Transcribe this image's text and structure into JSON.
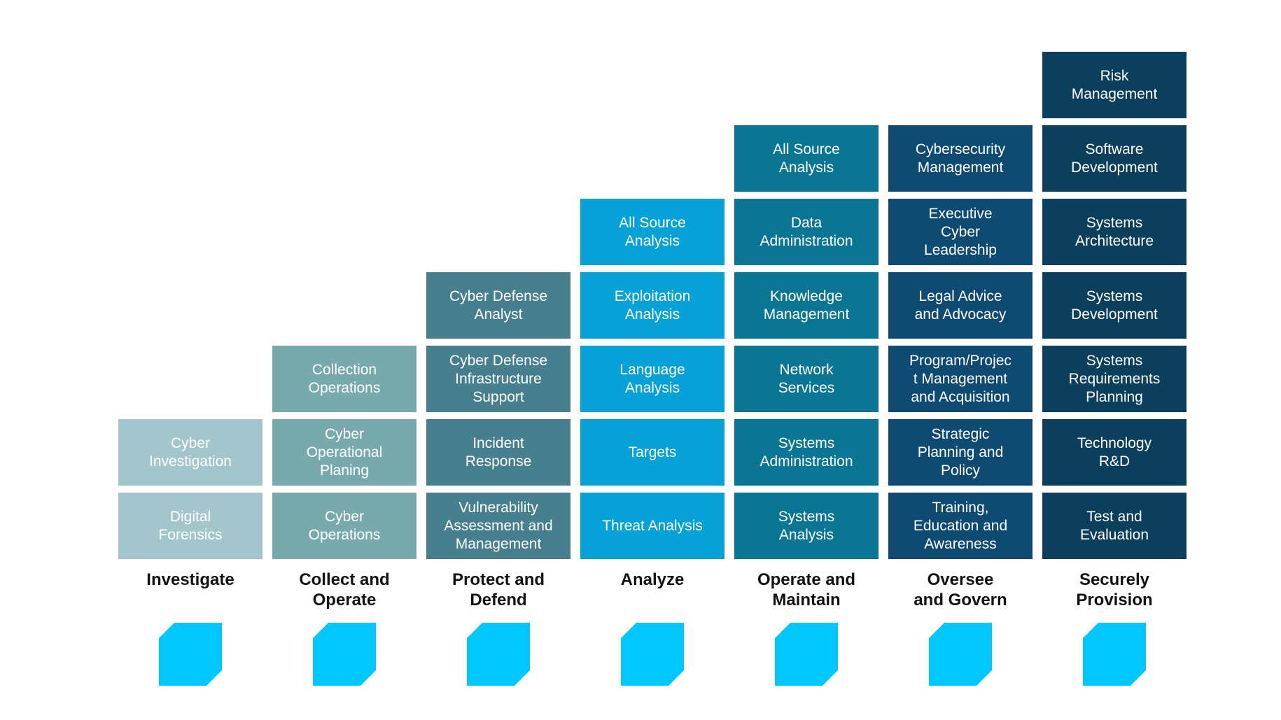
{
  "colors": {
    "investigate": "#a3c6cc",
    "collect": "#78aaad",
    "protect": "#487f8e",
    "analyze": "#06a1d6",
    "operate": "#0b7594",
    "oversee": "#0f4a73",
    "securely": "#0b3f5b",
    "cube": "#00c8ff",
    "label": "#111111",
    "box_text": "#ffffff"
  },
  "icons": {
    "category": "cube-icon"
  },
  "columns": [
    {
      "id": "investigate",
      "label": "Investigate",
      "items_top_to_bottom": [
        "Cyber Investigation",
        "Digital Forensics"
      ]
    },
    {
      "id": "collect",
      "label": "Collect and Operate",
      "items_top_to_bottom": [
        "Collection Operations",
        "Cyber Operational Planing",
        "Cyber Operations"
      ]
    },
    {
      "id": "protect",
      "label": "Protect and Defend",
      "items_top_to_bottom": [
        "Cyber Defense Analyst",
        "Cyber Defense Infrastructure Support",
        "Incident Response",
        "Vulnerability Assessment and Management"
      ]
    },
    {
      "id": "analyze",
      "label": "Analyze",
      "items_top_to_bottom": [
        "All Source Analysis",
        "Exploitation Analysis",
        "Language Analysis",
        "Targets",
        "Threat Analysis"
      ]
    },
    {
      "id": "operate",
      "label": "Operate and Maintain",
      "items_top_to_bottom": [
        "All Source Analysis",
        "Data Administration",
        "Knowledge Management",
        "Network Services",
        "Systems Administration",
        "Systems Analysis"
      ]
    },
    {
      "id": "oversee",
      "label": "Oversee and Govern",
      "items_top_to_bottom": [
        "Cybersecurity Management",
        "Executive Cyber Leadership",
        "Legal Advice and Advocacy",
        "Program/Project Management and Acquisition",
        "Strategic Planning and Policy",
        "Training, Education and Awareness"
      ]
    },
    {
      "id": "securely",
      "label": "Securely Provision",
      "items_top_to_bottom": [
        "Risk Management",
        "Software Development",
        "Systems Architecture",
        "Systems Development",
        "Systems Requirements Planning",
        "Technology R&D",
        "Test and Evaluation"
      ]
    }
  ]
}
